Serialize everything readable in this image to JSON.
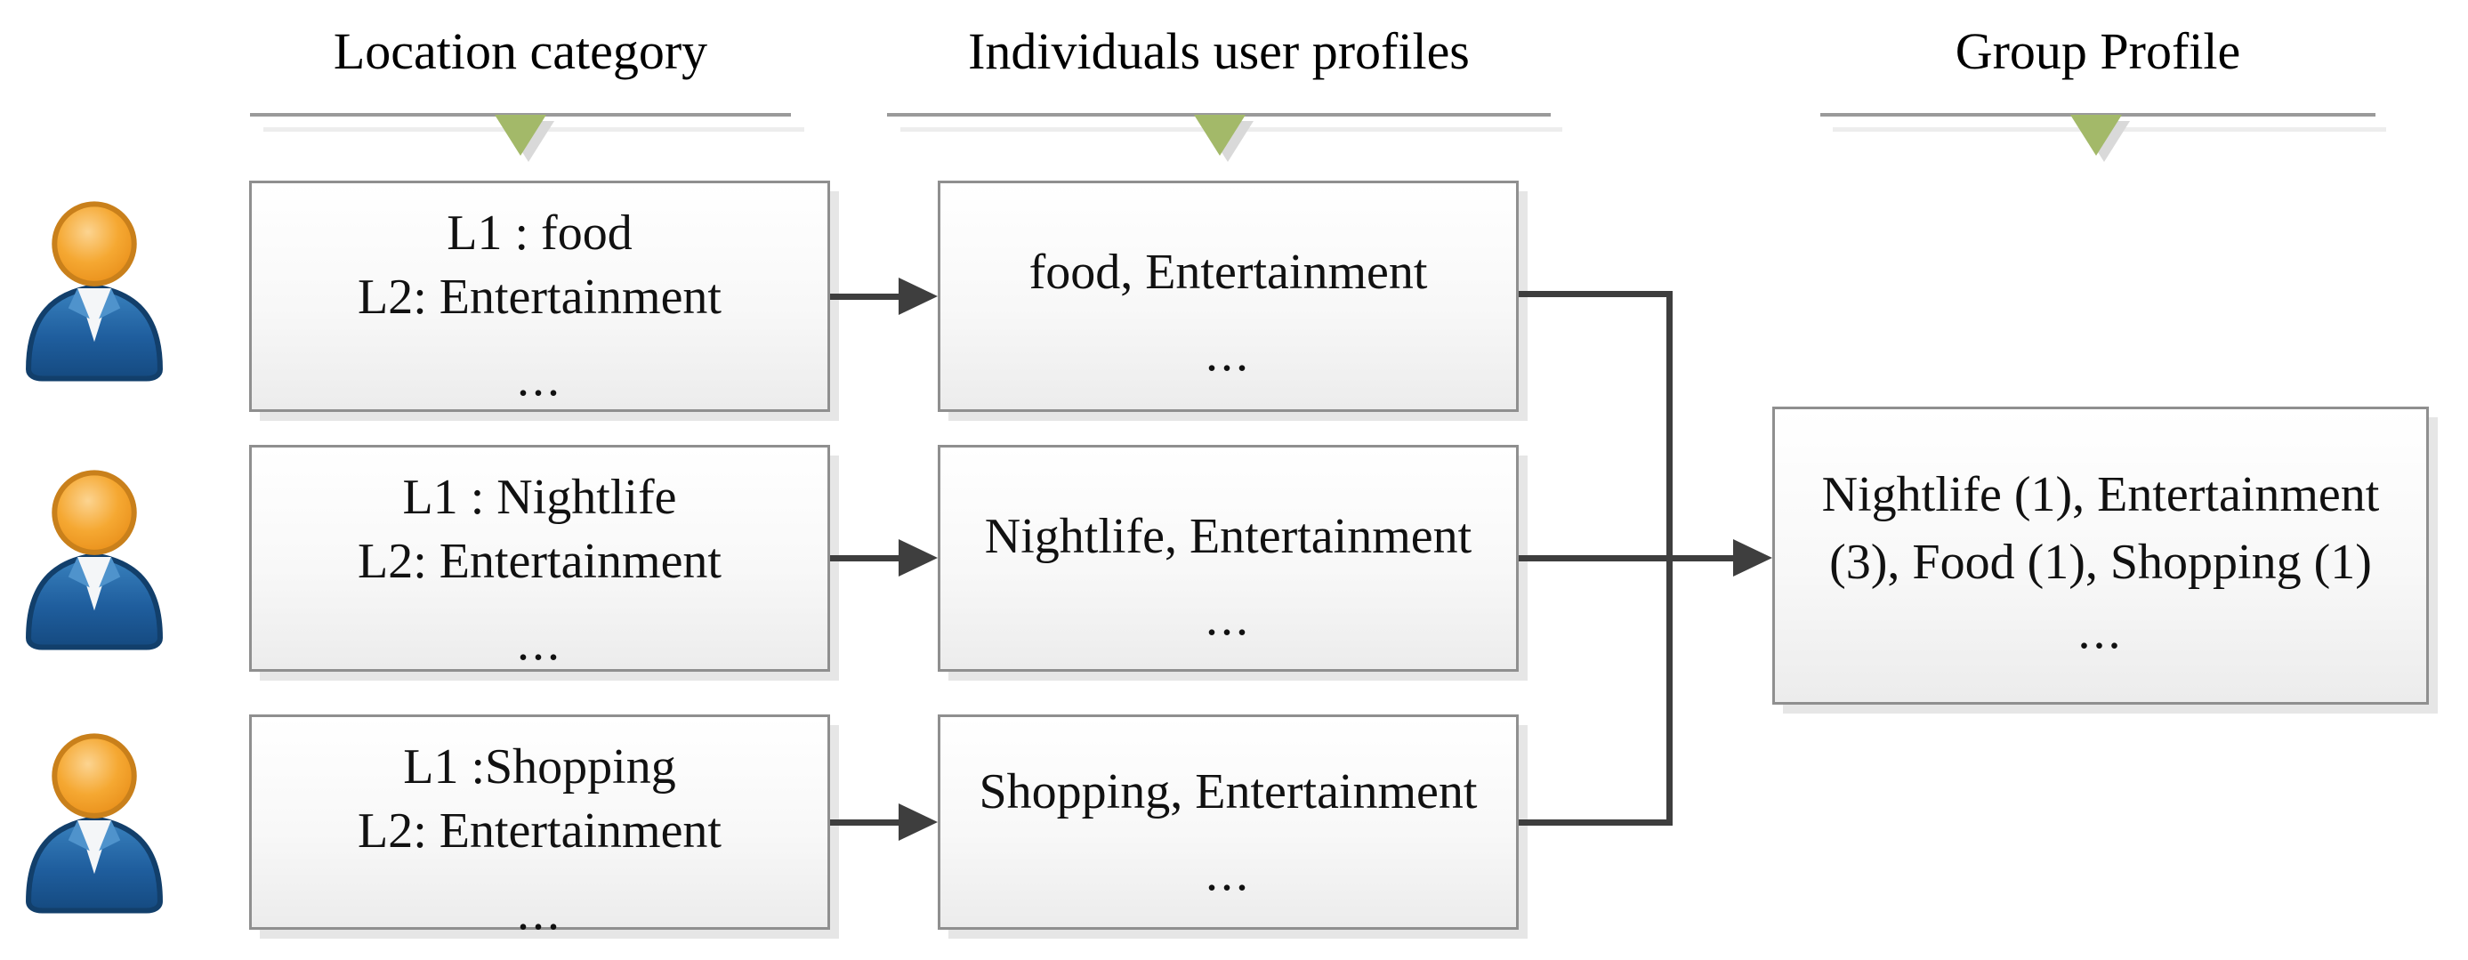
{
  "headers": {
    "location": "Location category",
    "individual": "Individuals user profiles",
    "group": "Group Profile"
  },
  "users": [
    {
      "location": {
        "l1": "L1 : food",
        "l2": "L2: Entertainment",
        "more": "..."
      },
      "profile": {
        "line": "food, Entertainment",
        "more": "..."
      }
    },
    {
      "location": {
        "l1": "L1 : Nightlife",
        "l2": "L2: Entertainment",
        "more": "..."
      },
      "profile": {
        "line": "Nightlife, Entertainment",
        "more": "..."
      }
    },
    {
      "location": {
        "l1": "L1 :Shopping",
        "l2": "L2: Entertainment",
        "more": "..."
      },
      "profile": {
        "line": "Shopping, Entertainment",
        "more": "..."
      }
    }
  ],
  "group_profile": {
    "text": "Nightlife (1), Entertainment (3), Food (1), Shopping (1)",
    "more": "..."
  },
  "icons": {
    "user": "person-icon",
    "column_marker": "down-triangle-icon"
  },
  "colors": {
    "triangle_green": "#a3b969",
    "arrow_dark": "#3e3e3e",
    "box_border": "#8f8f8f",
    "header_line": "#9a9a9a",
    "person_head_orange": "#f2a32b",
    "person_body_blue": "#1f5e9e"
  }
}
